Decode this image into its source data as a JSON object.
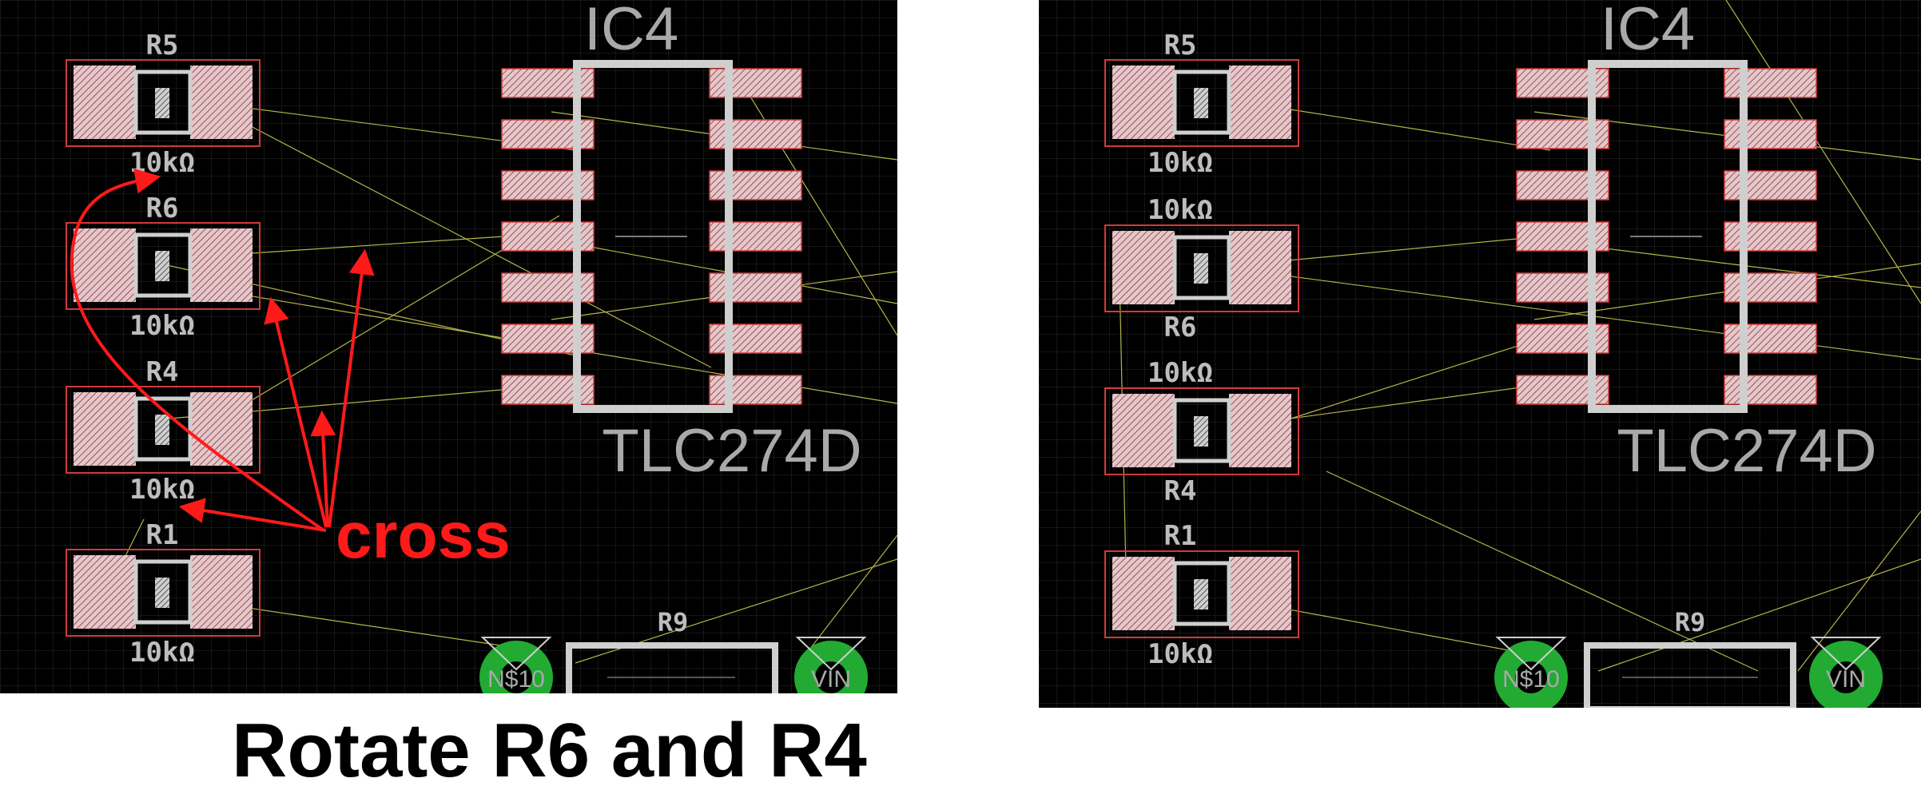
{
  "caption": "Rotate R6 and R4",
  "annotation": {
    "label": "cross",
    "color": "#ff1a1a"
  },
  "colors": {
    "background": "#000000",
    "grid": "#2a2a2a",
    "pad_fill": "#b65a5f",
    "pad_light": "#d9bcc0",
    "component_outline": "#d23a3a",
    "ratsnest": "#b5b54a",
    "silkscreen": "#bdbdbd",
    "via_green": "#22aa33"
  },
  "left_panel": {
    "resistors": [
      {
        "ref": "R5",
        "value": "10kΩ"
      },
      {
        "ref": "R6",
        "value": "10kΩ"
      },
      {
        "ref": "R4",
        "value": "10kΩ"
      },
      {
        "ref": "R1",
        "value": "10kΩ"
      }
    ],
    "ic": {
      "ref": "IC4",
      "part": "TLC274D"
    },
    "r9": {
      "ref": "R9",
      "pin_left": "N$10",
      "pin_right": "VIN"
    }
  },
  "right_panel": {
    "resistors": [
      {
        "ref": "R5",
        "value": "10kΩ"
      },
      {
        "ref": "10kΩ",
        "value": "R6"
      },
      {
        "ref": "10kΩ",
        "value": "R4"
      },
      {
        "ref": "R1",
        "value": "10kΩ"
      }
    ],
    "ic": {
      "ref": "IC4",
      "part": "TLC274D"
    },
    "r9": {
      "ref": "R9",
      "pin_left": "N$10",
      "pin_right": "VIN"
    }
  }
}
